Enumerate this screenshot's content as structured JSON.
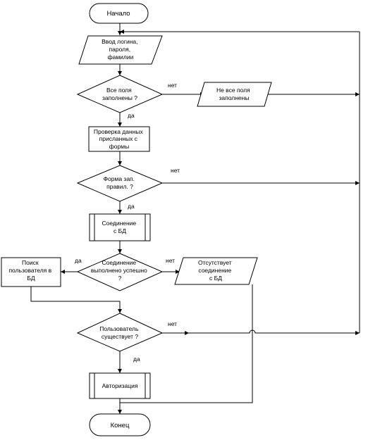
{
  "flowchart": {
    "start": "Начало",
    "input": [
      "Ввод логина,",
      "пароля,",
      "фамилии"
    ],
    "check_fields": [
      "Все поля",
      "заполнены ?"
    ],
    "fields_not_filled": [
      "Не все поля",
      "заполнены"
    ],
    "check_form_data": [
      "Проверка данных",
      "присланных с",
      "формы"
    ],
    "form_valid": [
      "Форма зап.",
      "правил. ?"
    ],
    "db_connect": [
      "Соединение",
      "с БД"
    ],
    "connection_ok": [
      "Соединение",
      "выполнено успешно",
      "?"
    ],
    "no_connection": [
      "Отсутствует",
      "соединение",
      "с БД"
    ],
    "find_user": [
      "Поиск",
      "пользователя в",
      "БД"
    ],
    "user_exists": [
      "Пользователь",
      "существует ?"
    ],
    "authorization": "Авторизация",
    "end": "Конец",
    "yes": "да",
    "no": "нет"
  }
}
